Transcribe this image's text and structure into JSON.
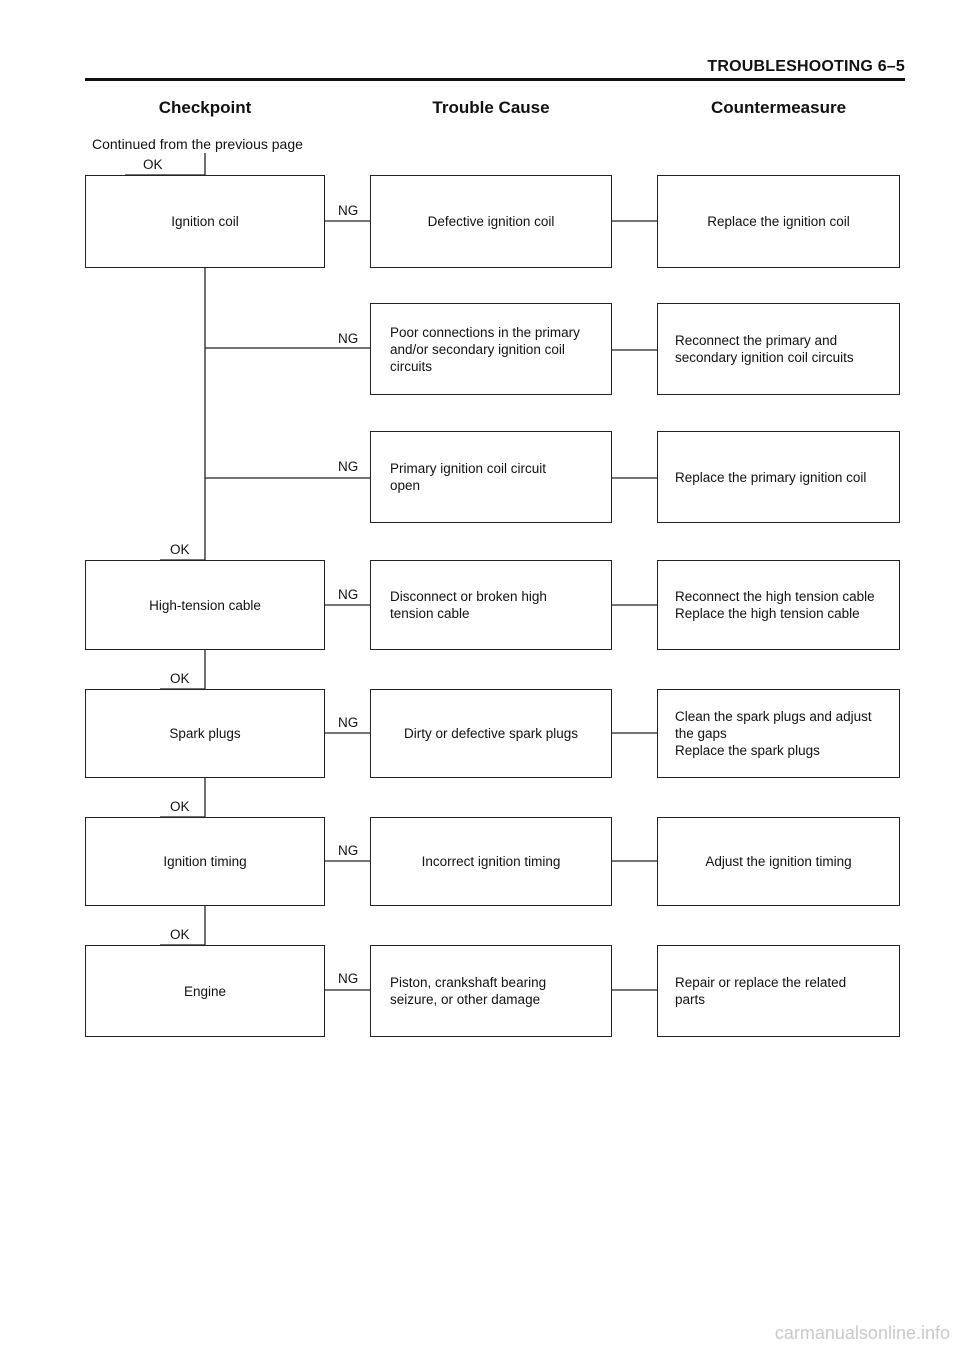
{
  "page_header": "TROUBLESHOOTING 6–5",
  "columns": {
    "checkpoint": "Checkpoint",
    "trouble_cause": "Trouble Cause",
    "countermeasure": "Countermeasure"
  },
  "continued_text": "Continued from the previous page",
  "ok_label": "OK",
  "ng_label": "NG",
  "checkpoints": [
    {
      "label": "Ignition coil"
    },
    {
      "label": "High-tension cable"
    },
    {
      "label": "Spark plugs"
    },
    {
      "label": "Ignition timing"
    },
    {
      "label": "Engine"
    }
  ],
  "rows": [
    {
      "cause": "Defective ignition coil",
      "countermeasure": "Replace the ignition coil"
    },
    {
      "cause": "Poor connections in the primary\nand/or secondary ignition coil\ncircuits",
      "countermeasure": "Reconnect the primary and\nsecondary ignition coil circuits"
    },
    {
      "cause": "Primary ignition coil circuit\nopen",
      "countermeasure": "Replace the primary ignition coil"
    },
    {
      "cause": "Disconnect or broken high\ntension cable",
      "countermeasure": "Reconnect the high tension cable\nReplace the high tension cable"
    },
    {
      "cause": "Dirty or defective spark plugs",
      "countermeasure": "Clean the spark plugs and adjust\nthe gaps\nReplace the spark plugs"
    },
    {
      "cause": "Incorrect ignition timing",
      "countermeasure": "Adjust the ignition timing"
    },
    {
      "cause": "Piston, crankshaft bearing\nseizure, or other damage",
      "countermeasure": "Repair or replace the related\nparts"
    }
  ],
  "watermark": "carmanualsonline.info"
}
